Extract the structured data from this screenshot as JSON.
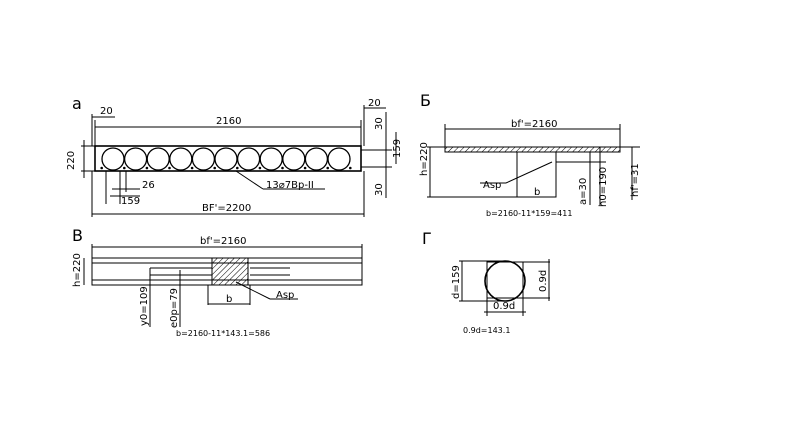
{
  "panels": {
    "a": {
      "letter": "а",
      "dim_left_top": "20",
      "dim_right_top": "20",
      "dim_width": "2160",
      "dim_height": "220",
      "dim_right_30_top": "30",
      "dim_right_30_bottom": "30",
      "dim_hole_right": "159",
      "dim_rib": "26",
      "dim_hole_bottom": "159",
      "reinforcement": "13⌀7Вр-II",
      "dim_overall": "BF'=2200",
      "holes": 11
    },
    "b": {
      "letter": "Б",
      "dim_flange": "bf'=2160",
      "dim_h": "h=220",
      "label_asp": "Asp",
      "label_b": "b",
      "dim_a": "a=30",
      "dim_h0": "h0=190",
      "dim_hf": "hf'=31",
      "formula": "b=2160-11*159=411"
    },
    "v": {
      "letter": "В",
      "dim_flange": "bf'=2160",
      "dim_h": "h=220",
      "dim_y0": "y0=109",
      "dim_e0p": "e0p=79",
      "label_b": "b",
      "label_asp": "Asp",
      "formula": "b=2160-11*143.1=586"
    },
    "g": {
      "letter": "Г",
      "dim_d": "d=159",
      "dim_09d_side": "0.9d",
      "dim_09d_bottom": "0.9d",
      "formula": "0.9d=143.1"
    }
  }
}
